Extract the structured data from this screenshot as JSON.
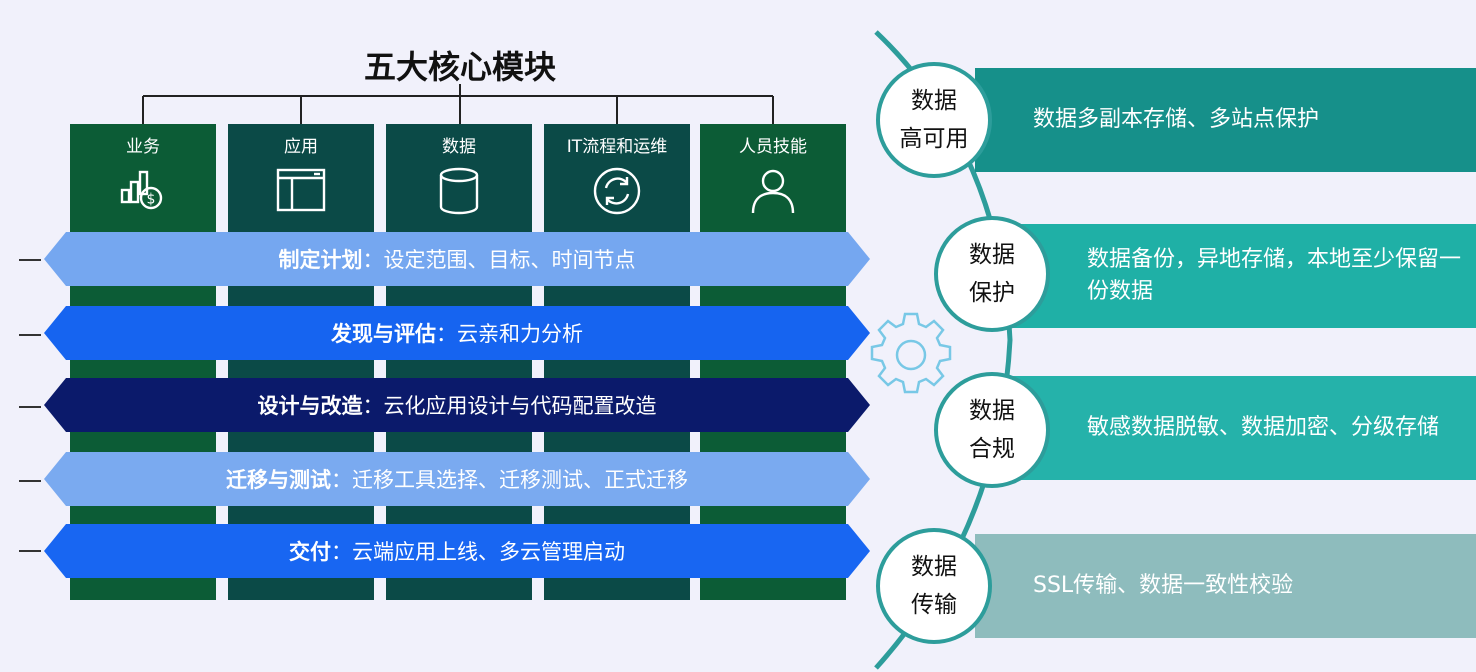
{
  "title": "五大核心模块",
  "modules": [
    {
      "label": "业务",
      "icon": "coins-chart-icon",
      "color": "#0c5c36"
    },
    {
      "label": "应用",
      "icon": "app-window-icon",
      "color": "#0b4a47"
    },
    {
      "label": "数据",
      "icon": "database-icon",
      "color": "#0b4a47"
    },
    {
      "label": "IT流程和运维",
      "icon": "refresh-cycle-icon",
      "color": "#0b4a47"
    },
    {
      "label": "人员技能",
      "icon": "person-icon",
      "color": "#0c5c36"
    }
  ],
  "stages": [
    {
      "name": "制定计划",
      "sep": "：",
      "desc": "设定范围、目标、时间节点",
      "color": "#75a7f0"
    },
    {
      "name": "发现与评估",
      "sep": "：",
      "desc": "云亲和力分析",
      "color": "#1664f0"
    },
    {
      "name": "设计与改造",
      "sep": "：",
      "desc": "云化应用设计与代码配置改造",
      "color": "#0b1a6b"
    },
    {
      "name": "迁移与测试",
      "sep": "：",
      "desc": "迁移工具选择、迁移测试、正式迁移",
      "color": "#7aaaf0"
    },
    {
      "name": "交付",
      "sep": "：",
      "desc": "云端应用上线、多云管理启动",
      "color": "#1866f2"
    }
  ],
  "data_items": [
    {
      "line1": "数据",
      "line2": "高可用",
      "desc": "数据多副本存储、多站点保护",
      "color": "#16908a"
    },
    {
      "line1": "数据",
      "line2": "保护",
      "desc": "数据备份，异地存储，本地至少保留一份数据",
      "color": "#1fb0a6"
    },
    {
      "line1": "数据",
      "line2": "合规",
      "desc": "敏感数据脱敏、数据加密、分级存储",
      "color": "#25b2aa"
    },
    {
      "line1": "数据",
      "line2": "传输",
      "desc": "SSL传输、数据一致性校验",
      "color": "#8ebcbd"
    }
  ],
  "colors": {
    "arc": "#2d9d9b",
    "gear": "#78c8e6",
    "bg": "#f1f1fb"
  }
}
